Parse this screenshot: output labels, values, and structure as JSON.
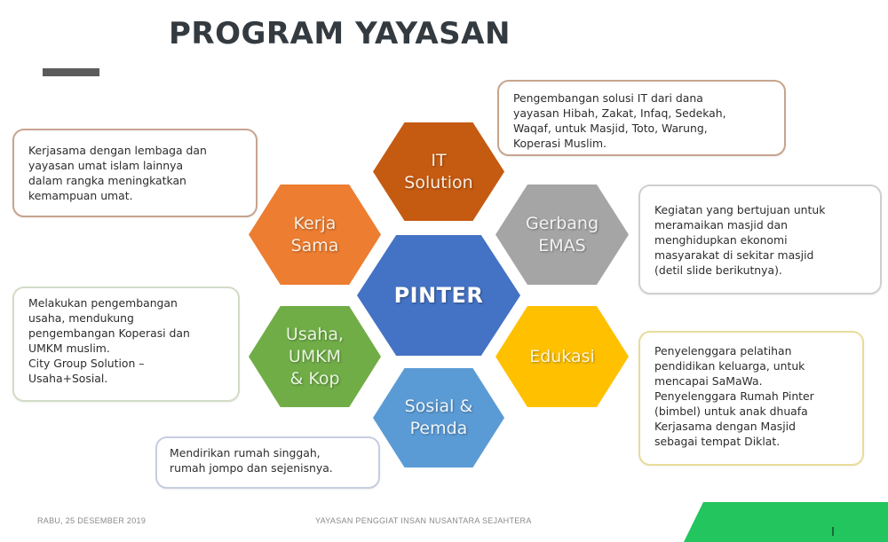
{
  "slide": {
    "title": "PROGRAM YAYASAN",
    "center_hex": {
      "label": "PINTER",
      "color": "#4472c4"
    },
    "hexes": {
      "it_solution": {
        "lines": [
          "IT",
          "Solution"
        ],
        "color": "#c55a11"
      },
      "kerja_sama": {
        "lines": [
          "Kerja",
          "Sama"
        ],
        "color": "#ed7d31"
      },
      "gerbang_emas": {
        "lines": [
          "Gerbang",
          "EMAS"
        ],
        "color": "#a5a5a5"
      },
      "usaha_umkm": {
        "lines": [
          "Usaha,",
          "UMKM",
          "& Kop"
        ],
        "color": "#70ad47"
      },
      "edukasi": {
        "lines": [
          "Edukasi"
        ],
        "color": "#ffc000"
      },
      "sosial_pemda": {
        "lines": [
          "Sosial &",
          "Pemda"
        ],
        "color": "#5b9bd5"
      }
    },
    "notes": {
      "it_solution": [
        "Pengembangan solusi IT dari dana",
        "yayasan Hibah, Zakat, Infaq, Sedekah,",
        "Waqaf, untuk Masjid, Toto, Warung,",
        "Koperasi Muslim."
      ],
      "kerja_sama": [
        "Kerjasama dengan lembaga dan",
        "yayasan umat islam lainnya",
        "dalam rangka meningkatkan",
        "kemampuan umat."
      ],
      "gerbang_emas": [
        "Kegiatan yang bertujuan untuk",
        "meramaikan masjid dan",
        "menghidupkan ekonomi",
        "masyarakat di sekitar masjid",
        "(detil slide berikutnya)."
      ],
      "usaha_umkm": [
        "Melakukan pengembangan",
        "usaha, mendukung",
        "pengembangan Koperasi dan",
        "UMKM muslim.",
        "City Group Solution –",
        "Usaha+Sosial."
      ],
      "edukasi": [
        "Penyelenggara pelatihan",
        "pendidikan keluarga, untuk",
        "mencapai SaMaWa.",
        "Penyelenggara Rumah Pinter",
        "(bimbel) untuk anak dhuafa",
        "Kerjasama dengan Masjid",
        "sebagai tempat Diklat."
      ],
      "sosial_pemda": [
        "Mendirikan rumah singgah,",
        "rumah jompo dan sejenisnya."
      ]
    },
    "footer": {
      "date": "RABU, 25 DESEMBER 2019",
      "organization": "YAYASAN PENGGIAT INSAN NUSANTARA SEJAHTERA",
      "accent_color": "#22c55e"
    }
  }
}
